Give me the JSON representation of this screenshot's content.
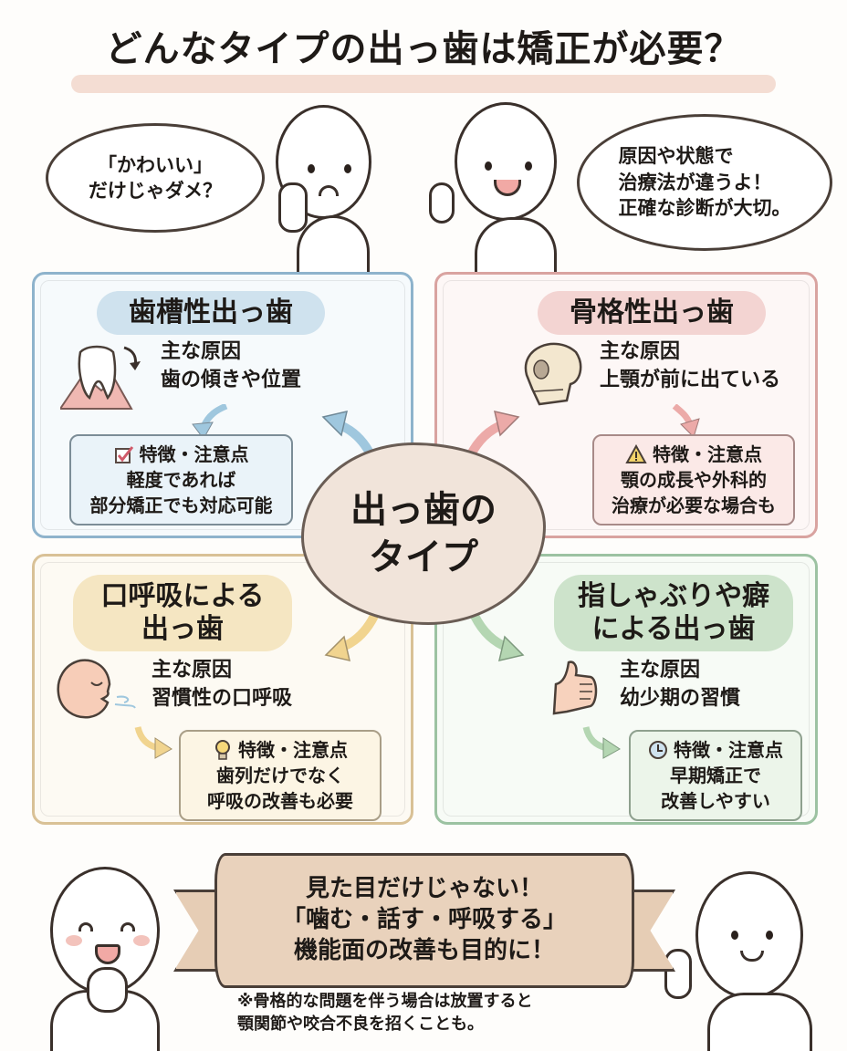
{
  "title": "どんなタイプの出っ歯は矯正が必要？",
  "speech": {
    "left": "「かわいい」\nだけじゃダメ？",
    "right": "原因や状態で\n治療法が違うよ！\n正確な診断が大切。"
  },
  "center": {
    "label": "出っ歯の\nタイプ",
    "fill": "#f1e4da"
  },
  "cards": [
    {
      "id": "alveolar",
      "title": "歯槽性出っ歯",
      "icon": "tooth-icon",
      "cause_label": "主な原因",
      "cause": "歯の傾きや位置",
      "note_icon": "checkbox-icon",
      "note_title": "特徴・注意点",
      "note_text": "軽度であれば\n部分矯正でも対応可能",
      "color": "#8eb3cc"
    },
    {
      "id": "skeletal",
      "title": "骨格性出っ歯",
      "icon": "skull-icon",
      "cause_label": "主な原因",
      "cause": "上顎が前に出ている",
      "note_icon": "warning-icon",
      "note_title": "特徴・注意点",
      "note_text": "顎の成長や外科的\n治療が必要な場合も",
      "color": "#d9a3a0"
    },
    {
      "id": "mouth-breathing",
      "title": "口呼吸による\n出っ歯",
      "icon": "breathing-face-icon",
      "cause_label": "主な原因",
      "cause": "習慣性の口呼吸",
      "note_icon": "lightbulb-icon",
      "note_title": "特徴・注意点",
      "note_text": "歯列だけでなく\n呼吸の改善も必要",
      "color": "#d9c196"
    },
    {
      "id": "habit",
      "title": "指しゃぶりや癖\nによる出っ歯",
      "icon": "thumb-icon",
      "cause_label": "主な原因",
      "cause": "幼少期の習慣",
      "note_icon": "clock-icon",
      "note_title": "特徴・注意点",
      "note_text": "早期矯正で\n改善しやすい",
      "color": "#9cc2a2"
    }
  ],
  "banner": {
    "text": "見た目だけじゃない！\n「噛む・話す・呼吸する」\n機能面の改善も目的に！",
    "fill": "#e9d2bc"
  },
  "footnote": "※骨格的な問題を伴う場合は放置すると\n顎関節や咬合不良を招くことも。"
}
